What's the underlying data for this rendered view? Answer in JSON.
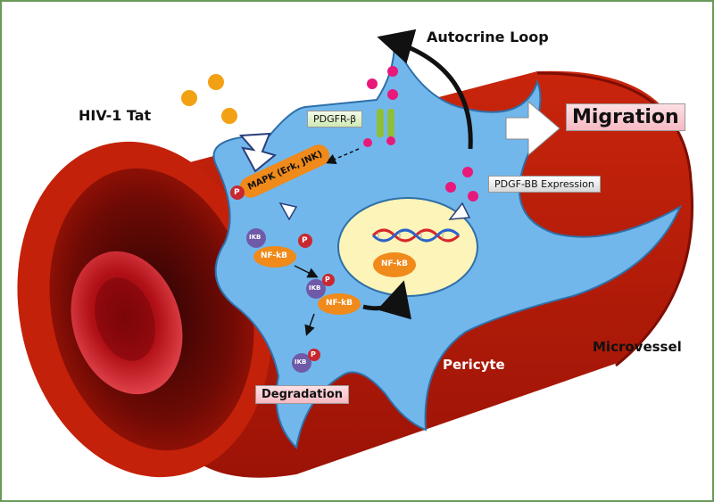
{
  "labels": {
    "hiv_tat": "HIV-1 Tat",
    "autocrine": "Autocrine Loop",
    "migration": "Migration",
    "pdgfr": "PDGFR-β",
    "pdgf_expression": "PDGF-BB Expression",
    "mapk": "MAPK (Erk, JNK)",
    "microvessel": "Microvessel",
    "pericyte": "Pericyte",
    "degradation": "Degradation",
    "nfkb": "NF-kB",
    "ikb": "IKB",
    "p": "P"
  },
  "colors": {
    "vessel_red": "#b81a08",
    "vessel_dark": "#8a1004",
    "pericyte_blue": "#71b7ec",
    "nucleus": "#fcf4b8",
    "nfkb_orange": "#f08a1a",
    "ikb_purple": "#6f5aa8",
    "p_red": "#c8282f",
    "ligand_pink": "#e8197a",
    "tat_orange": "#f2a114",
    "receptor_green": "#8fbf3a",
    "frame_green": "#6a9a5a"
  },
  "icons": [
    "dna-helix-icon",
    "cell-membrane-receptor-icon",
    "red-blood-cell-icon"
  ]
}
